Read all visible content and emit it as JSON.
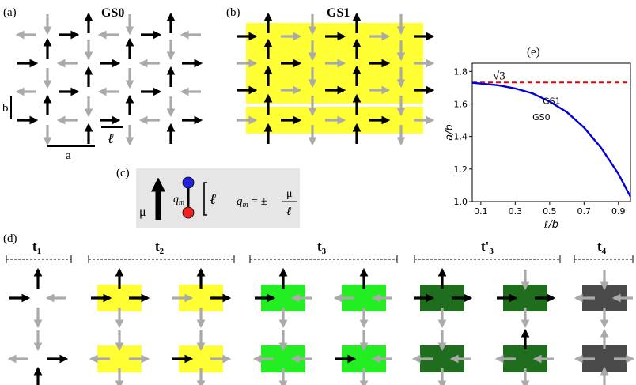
{
  "panel_labels": {
    "a": "(a)",
    "b": "(b)",
    "c": "(c)",
    "d": "(d)",
    "e": "(e)"
  },
  "gs0": {
    "title": "GS0",
    "dim_a": "a",
    "dim_b": "b",
    "dim_l": "ℓ"
  },
  "gs1": {
    "title": "GS1"
  },
  "dipole": {
    "mu_label": "μ",
    "qm_label": "q",
    "qm_sub": "m",
    "l_label": "ℓ",
    "formula_lhs": "q",
    "formula_sub": "m",
    "formula_eq": " = ±",
    "formula_num": "μ",
    "formula_den": "ℓ"
  },
  "types": [
    {
      "label": "t",
      "sub": "1",
      "prime": ""
    },
    {
      "label": "t",
      "sub": "2",
      "prime": ""
    },
    {
      "label": "t",
      "sub": "3",
      "prime": ""
    },
    {
      "label": "t",
      "sub": "3",
      "prime": "'"
    },
    {
      "label": "t",
      "sub": "4",
      "prime": ""
    }
  ],
  "colors": {
    "black_arrow": "#000000",
    "gray_arrow": "#aaaaaa",
    "yellow": "#ffff33",
    "green_light": "#22ee22",
    "green_dark": "#1e6e1e",
    "dark_gray": "#4a4a4a",
    "curve": "#0000dd",
    "threshold": "#ee0000",
    "panel_c_bg": "#e6e6e6"
  },
  "chart_data": {
    "type": "line",
    "xlabel": "ℓ/b",
    "ylabel": "a/b",
    "xlim": [
      0.05,
      0.97
    ],
    "ylim": [
      1.0,
      1.85
    ],
    "xticks": [
      "0.1",
      "0.3",
      "0.5",
      "0.7",
      "0.9"
    ],
    "yticks": [
      "1.0",
      "1.2",
      "1.4",
      "1.6",
      "1.8"
    ],
    "series": [
      {
        "x": [
          0.05,
          0.1,
          0.2,
          0.3,
          0.4,
          0.5,
          0.6,
          0.7,
          0.8,
          0.9,
          0.97
        ],
        "y": [
          1.73,
          1.725,
          1.715,
          1.695,
          1.665,
          1.615,
          1.55,
          1.455,
          1.33,
          1.17,
          1.03
        ]
      }
    ],
    "threshold": {
      "value": 1.732,
      "label": "√3"
    },
    "annotations": [
      {
        "text": "GS1"
      },
      {
        "text": "GS0"
      }
    ]
  }
}
